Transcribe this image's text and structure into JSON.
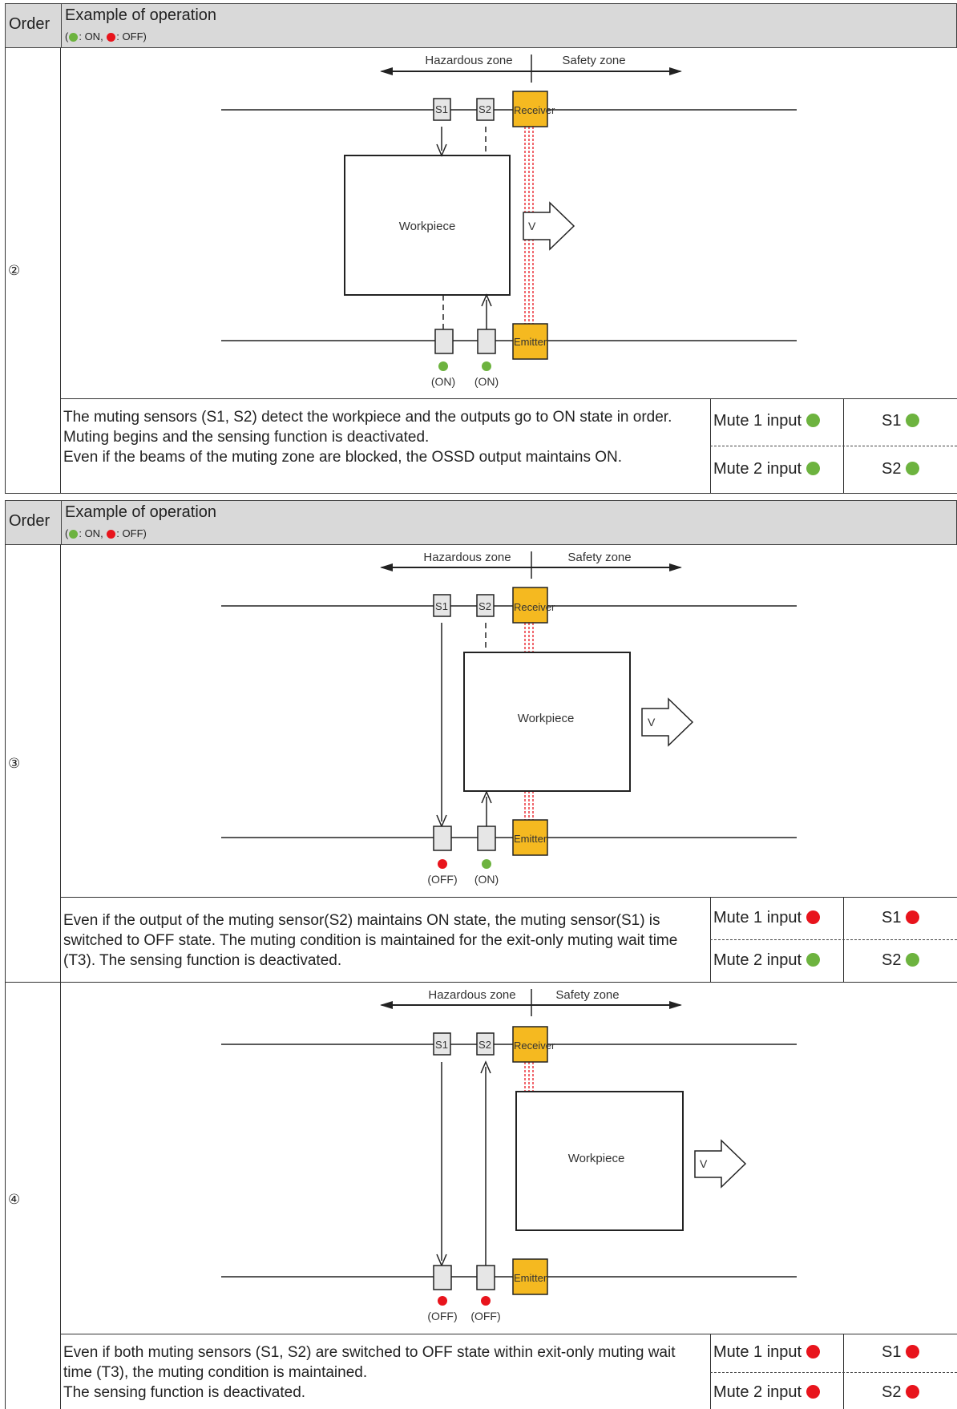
{
  "colors": {
    "on": "#6db33f",
    "off": "#e8141c",
    "device": "#f5b920"
  },
  "header": {
    "order_label": "Order",
    "title": "Example of operation",
    "legend_open": "(",
    "legend_on": ": ON, ",
    "legend_off": ": OFF)"
  },
  "zones": {
    "hazard": "Hazardous zone",
    "safety": "Safety zone"
  },
  "devices": {
    "receiver": "Receiver",
    "emitter": "Emitter",
    "s1": "S1",
    "s2": "S2",
    "workpiece": "Workpiece",
    "velocity": "V"
  },
  "steps": [
    {
      "number": "②",
      "description": "The muting sensors (S1, S2) detect the workpiece and the outputs go to ON state in order. Muting begins and the sensing function is deactivated.\nEven if the beams of the muting zone are blocked, the OSSD output maintains ON.",
      "s1_status": "(ON)",
      "s2_status": "(ON)",
      "mute1": "Mute 1 input",
      "mute2": "Mute 2 input",
      "s1": "S1",
      "s2": "S2",
      "s1_state": "on",
      "s2_state": "on"
    },
    {
      "number": "③",
      "description": "Even if the output of the muting sensor(S2) maintains ON state, the muting sensor(S1) is switched to OFF state. The muting condition is maintained for the exit-only muting wait time (T3). The sensing function is deactivated.",
      "s1_status": "(OFF)",
      "s2_status": "(ON)",
      "mute1": "Mute 1 input",
      "mute2": "Mute 2 input",
      "s1": "S1",
      "s2": "S2",
      "s1_state": "off",
      "s2_state": "on"
    },
    {
      "number": "④",
      "description": "Even if both muting sensors (S1, S2) are switched to OFF state within exit-only muting wait time (T3), the muting condition is maintained.\nThe sensing function is deactivated.",
      "s1_status": "(OFF)",
      "s2_status": "(OFF)",
      "mute1": "Mute 1 input",
      "mute2": "Mute 2 input",
      "s1": "S1",
      "s2": "S2",
      "s1_state": "off",
      "s2_state": "off"
    }
  ]
}
